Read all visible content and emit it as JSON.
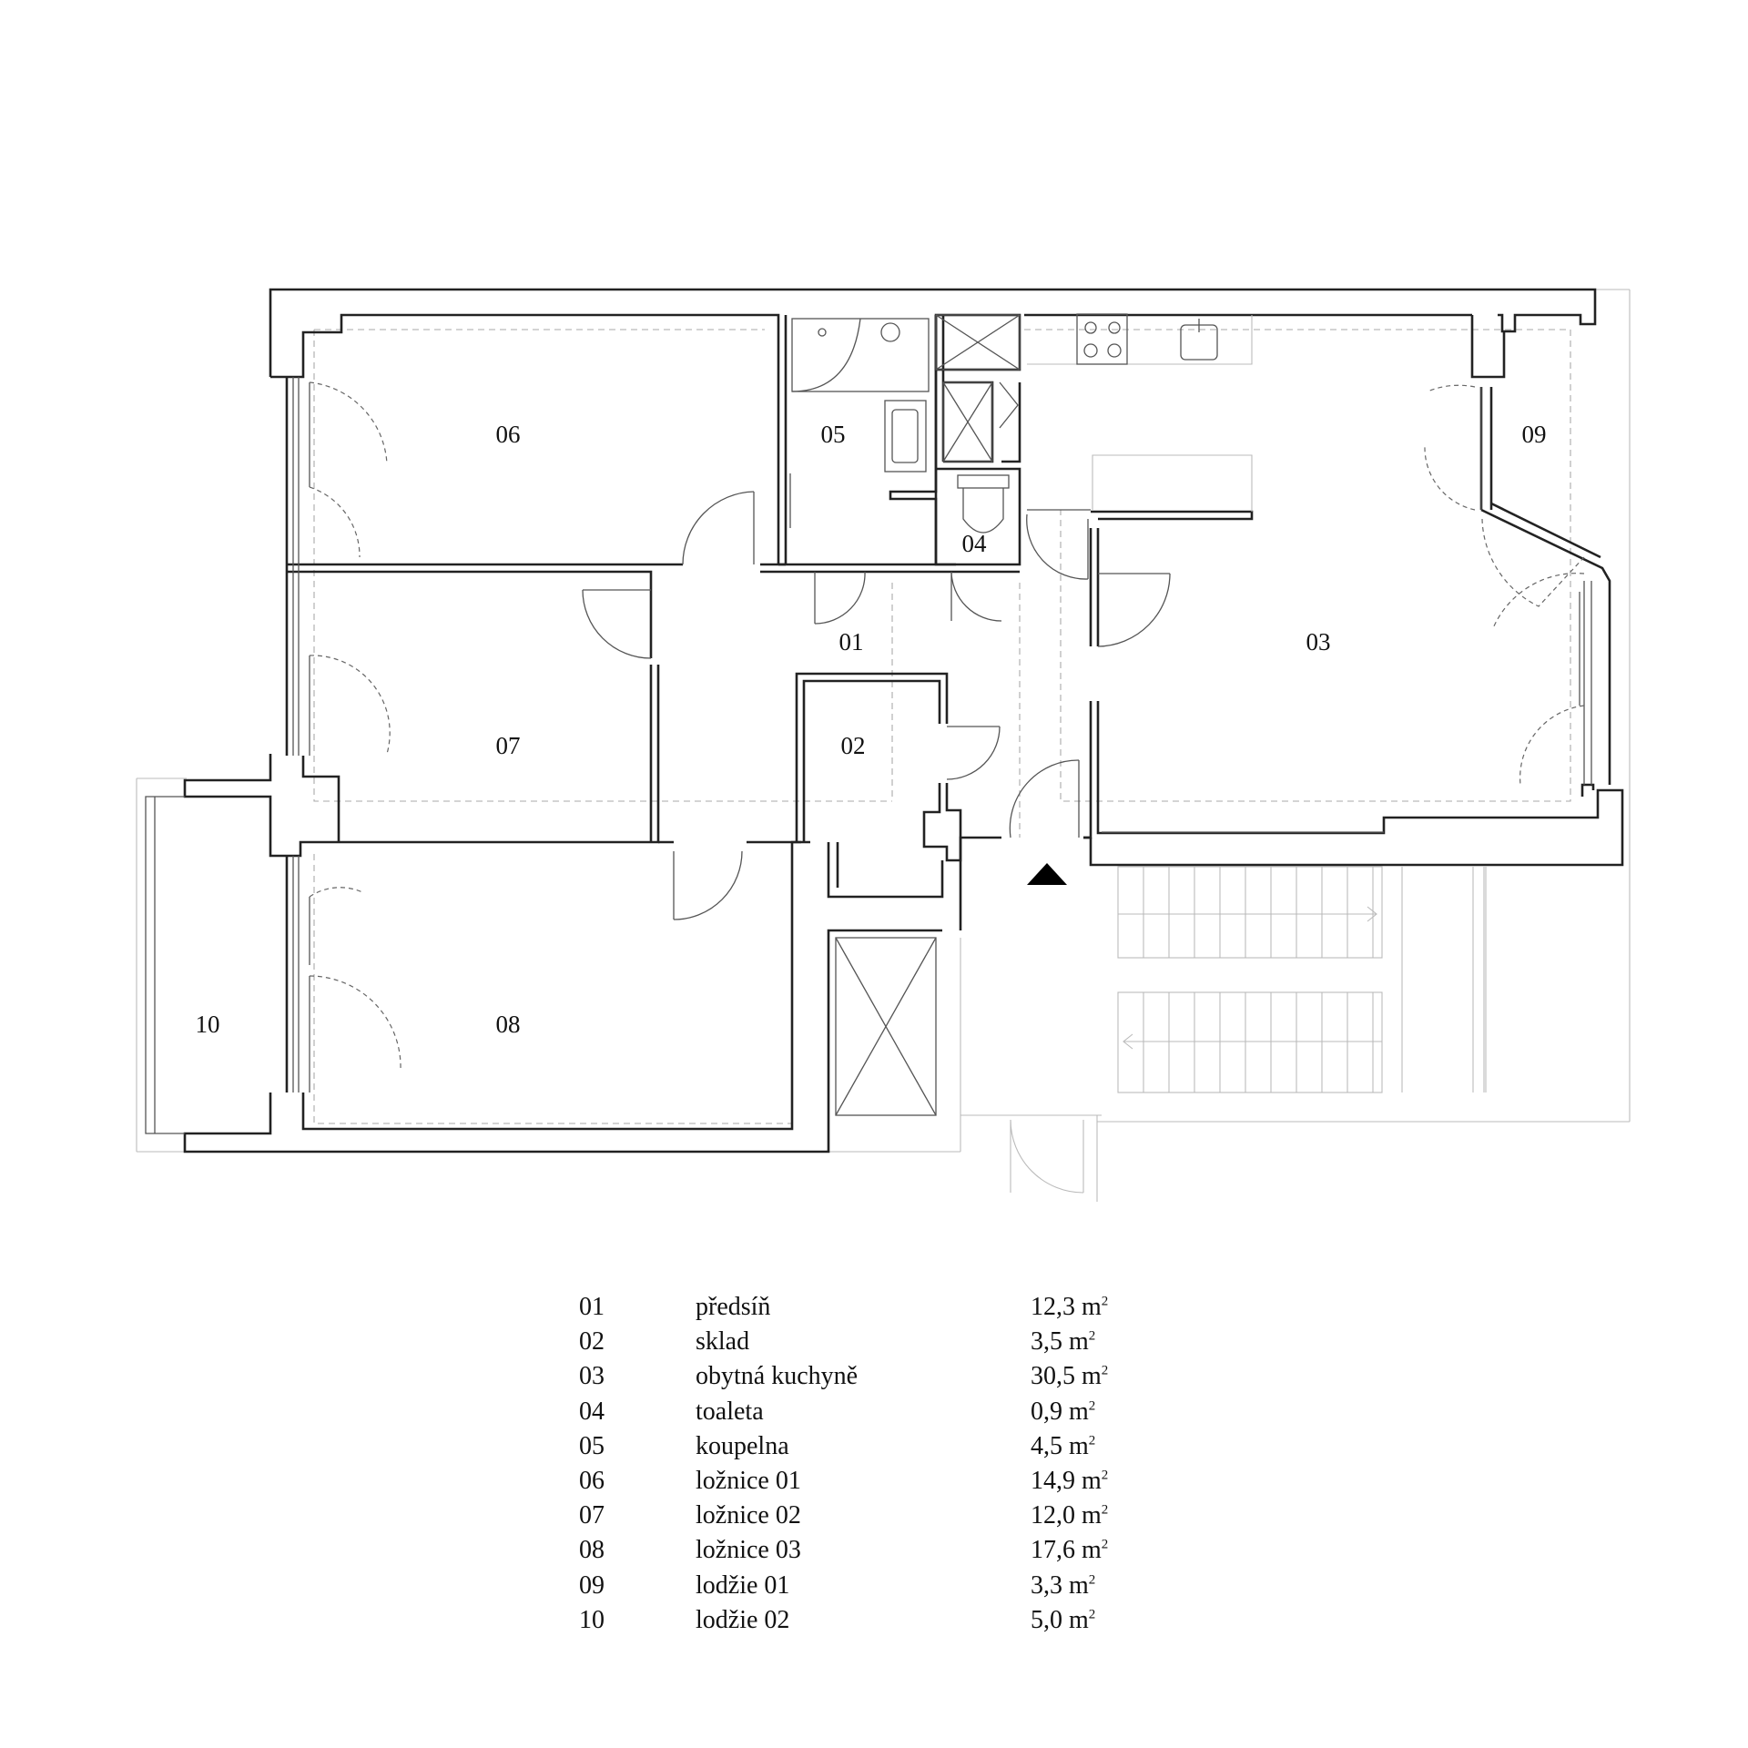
{
  "rooms": [
    {
      "id": "01",
      "name": "předsíň",
      "area": "12,3 m",
      "unit_sup": "2"
    },
    {
      "id": "02",
      "name": "sklad",
      "area": "3,5 m",
      "unit_sup": "2"
    },
    {
      "id": "03",
      "name": "obytná kuchyně",
      "area": "30,5 m",
      "unit_sup": "2"
    },
    {
      "id": "04",
      "name": "toaleta",
      "area": "0,9 m",
      "unit_sup": "2"
    },
    {
      "id": "05",
      "name": "koupelna",
      "area": "4,5 m",
      "unit_sup": "2"
    },
    {
      "id": "06",
      "name": "ložnice 01",
      "area": "14,9 m",
      "unit_sup": "2"
    },
    {
      "id": "07",
      "name": "ložnice 02",
      "area": "12,0 m",
      "unit_sup": "2"
    },
    {
      "id": "08",
      "name": "ložnice 03",
      "area": "17,6 m",
      "unit_sup": "2"
    },
    {
      "id": "09",
      "name": "lodžie 01",
      "area": "3,3 m",
      "unit_sup": "2"
    },
    {
      "id": "10",
      "name": "lodžie 02",
      "area": "5,0 m",
      "unit_sup": "2"
    }
  ],
  "plan_labels": {
    "r01": "01",
    "r02": "02",
    "r03": "03",
    "r04": "04",
    "r05": "05",
    "r06": "06",
    "r07": "07",
    "r08": "08",
    "r09": "09",
    "r10": "10"
  },
  "icons": {
    "entrance": "entrance-arrow-icon"
  }
}
